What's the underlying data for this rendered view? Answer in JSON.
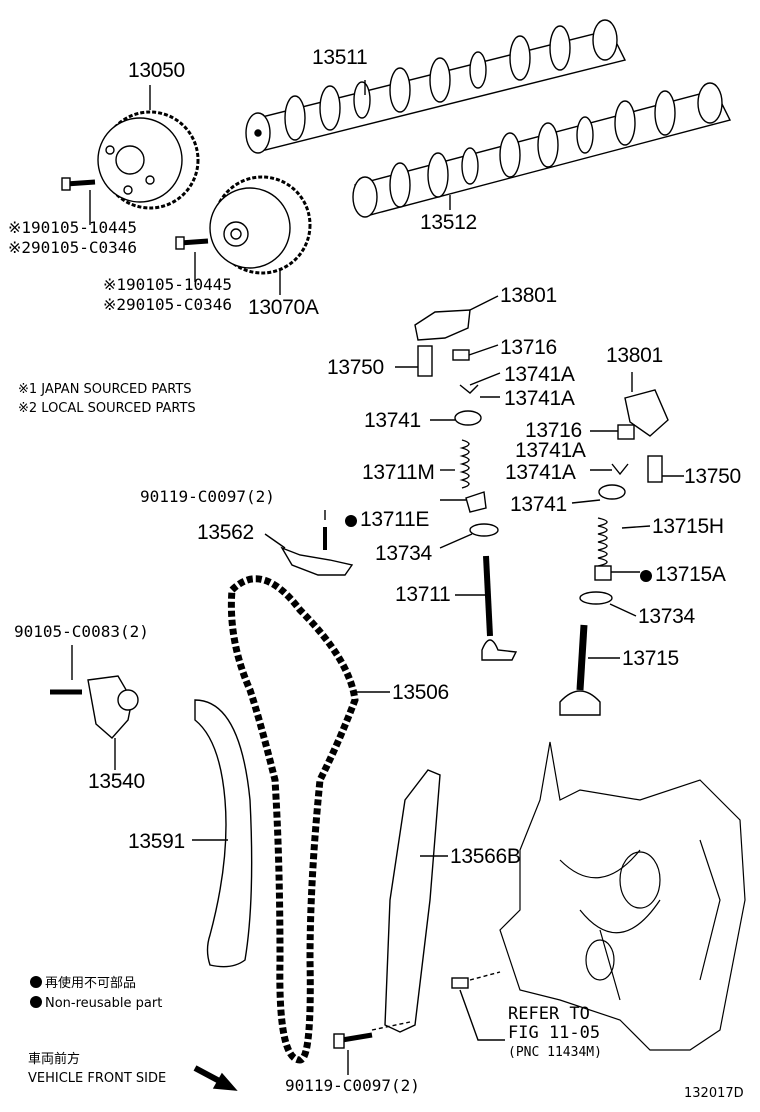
{
  "parts": {
    "p13050": "13050",
    "p13511": "13511",
    "p13512": "13512",
    "p13070A": "13070A",
    "bolt1_a": "※190105-10445",
    "bolt1_b": "※290105-C0346",
    "bolt2_a": "※190105-10445",
    "bolt2_b": "※290105-C0346",
    "p13801_a": "13801",
    "p13716_a": "13716",
    "p13750_a": "13750",
    "p13741A_1": "13741A",
    "p13741A_2": "13741A",
    "p13741_a": "13741",
    "p13711M": "13711M",
    "p13801_b": "13801",
    "p13716_b": "13716",
    "p13741A_3": "13741A",
    "p13741A_4": "13741A",
    "p13750_b": "13750",
    "p13741_b": "13741",
    "p13715H": "13715H",
    "p90119_top": "90119-C0097(2)",
    "p13711E": "13711E",
    "p13562": "13562",
    "p13734_a": "13734",
    "p13711": "13711",
    "p13715A": "13715A",
    "p13734_b": "13734",
    "p90105": "90105-C0083(2)",
    "p13715": "13715",
    "p13506": "13506",
    "p13540": "13540",
    "p13591": "13591",
    "p13566B": "13566B",
    "p90119_bot": "90119-C0097(2)"
  },
  "notes": {
    "japan": "※1 JAPAN SOURCED PARTS",
    "local": "※2 LOCAL SOURCED PARTS",
    "nonreuse_jp": "再使用不可部品",
    "nonreuse_en": "Non-reusable part",
    "front_jp": "車両前方",
    "front_en": "VEHICLE FRONT SIDE"
  },
  "refer": {
    "line1": "REFER TO",
    "line2": "FIG 11-05",
    "line3": "(PNC 11434M)"
  },
  "figure_id": "132017D"
}
